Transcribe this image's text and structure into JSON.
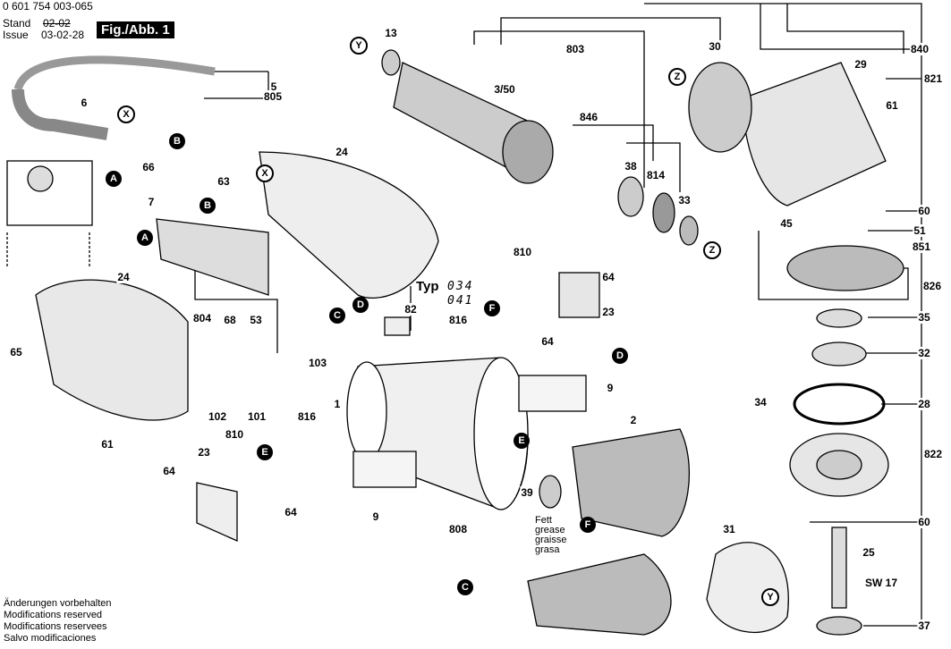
{
  "header": {
    "part_number": "0 601 754 003-065",
    "stand_label": "Stand",
    "stand_value_struck": "02-02",
    "issue_label": "Issue",
    "issue_value": "03-02-28",
    "figure": "Fig./Abb. 1"
  },
  "type_label": "Typ",
  "type_values": [
    "034",
    "041"
  ],
  "grease_note": [
    "Fett",
    "grease",
    "graisse",
    "grasa"
  ],
  "footer": [
    "Änderungen vorbehalten",
    "Modifications reserved",
    "Modifications reservees",
    "Salvo modificaciones"
  ],
  "part_labels": [
    "13",
    "803",
    "3/50",
    "30",
    "840",
    "29",
    "821",
    "61",
    "846",
    "38",
    "814",
    "33",
    "60",
    "45",
    "51",
    "851",
    "826",
    "35",
    "32",
    "34",
    "28",
    "822",
    "60",
    "25",
    "SW 17",
    "37",
    "31",
    "2",
    "39",
    "808",
    "9",
    "9",
    "1",
    "816",
    "810",
    "23",
    "64",
    "64",
    "61",
    "102",
    "101",
    "103",
    "65",
    "24",
    "804",
    "68",
    "53",
    "82",
    "24",
    "66",
    "63",
    "7",
    "5",
    "805",
    "6",
    "810",
    "816",
    "64",
    "64",
    "23"
  ],
  "callouts": [
    {
      "letter": "Y",
      "style": "light"
    },
    {
      "letter": "Z",
      "style": "light"
    },
    {
      "letter": "X",
      "style": "light"
    },
    {
      "letter": "B",
      "style": "dark"
    },
    {
      "letter": "A",
      "style": "dark"
    },
    {
      "letter": "X",
      "style": "light"
    },
    {
      "letter": "B",
      "style": "dark"
    },
    {
      "letter": "A",
      "style": "dark"
    },
    {
      "letter": "D",
      "style": "dark"
    },
    {
      "letter": "C",
      "style": "dark"
    },
    {
      "letter": "F",
      "style": "dark"
    },
    {
      "letter": "D",
      "style": "dark"
    },
    {
      "letter": "E",
      "style": "dark"
    },
    {
      "letter": "E",
      "style": "dark"
    },
    {
      "letter": "F",
      "style": "dark"
    },
    {
      "letter": "C",
      "style": "dark"
    },
    {
      "letter": "Y",
      "style": "light"
    },
    {
      "letter": "Z",
      "style": "light"
    }
  ]
}
